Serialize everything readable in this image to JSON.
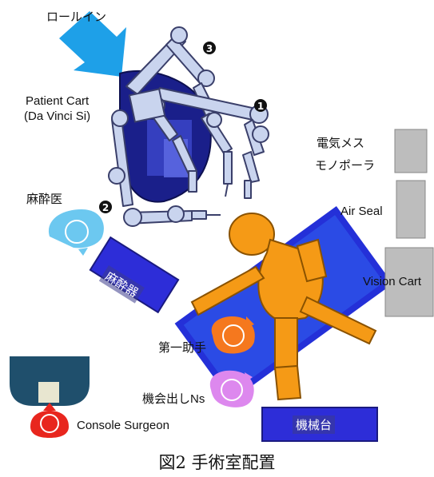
{
  "labels": {
    "roll_in": "ロールイン",
    "patient_cart_line1": "Patient Cart",
    "patient_cart_line2": "(Da Vinci Si)",
    "arm1": "1",
    "arm2": "2",
    "arm3": "3",
    "anesthesiologist": "麻酔医",
    "anesthesia_machine": "麻酔器",
    "electrosurgery_line1": "電気メス",
    "electrosurgery_line2": "モノポーラ",
    "air_seal": "Air Seal",
    "vision_cart": "Vision Cart",
    "first_assistant": "第一助手",
    "scrub_nurse": "機会出しNs",
    "instrument_table": "機械台",
    "console_surgeon": "Console Surgeon"
  },
  "caption": "図2 手術室配置",
  "colors": {
    "arrow": "#1ea0e8",
    "cart_dark": "#1a1f8a",
    "cart_mid": "#3b45c8",
    "arm_fill": "#c9d4ee",
    "arm_stroke": "#3a3f6a",
    "bed": "#2430d8",
    "bed_inner": "#3a7fff",
    "patient": "#f59a16",
    "patient_stroke": "#8a5200",
    "anesthesia_person": "#6cc8f0",
    "anesthesia_machine": "#2d2dd8",
    "assistant": "#f5781e",
    "nurse": "#dd88ee",
    "console": "#1f4f6c",
    "console_surgeon": "#e8261e",
    "equipment": "#bdbdbd"
  }
}
